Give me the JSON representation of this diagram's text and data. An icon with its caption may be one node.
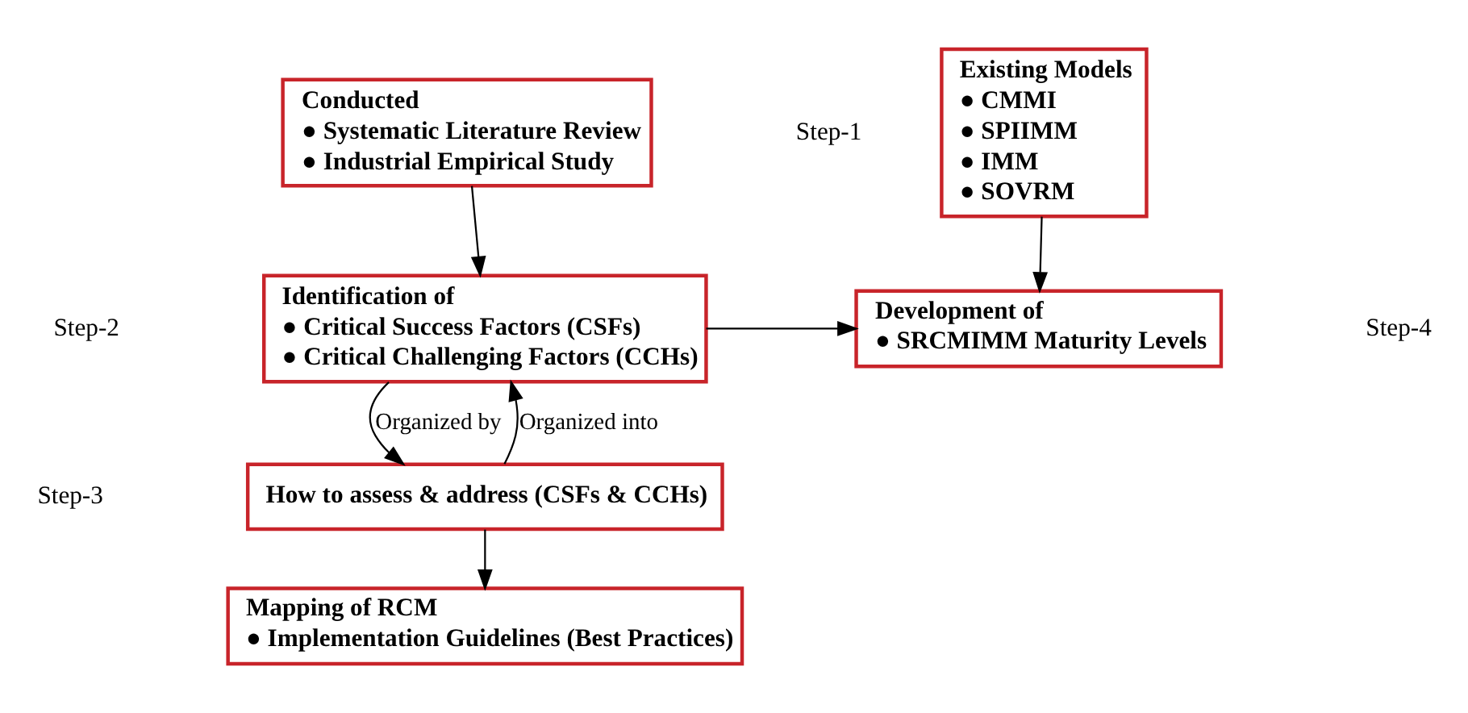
{
  "diagram": {
    "nodes": [
      {
        "text": [
          "Conducted",
          "● Systematic Literature Review",
          "● Industrial Empirical Study"
        ]
      },
      {
        "text": [
          "Identification of",
          "● Critical Success Factors (CSFs)",
          "● Critical Challenging Factors (CCHs)"
        ]
      },
      {
        "text": [
          "Development of",
          "● SRCMIMM Maturity Levels"
        ]
      },
      {
        "text": [
          "Existing Models",
          "● CMMI",
          "● SPIIMM",
          "● IMM",
          "● SOVRM"
        ]
      },
      {
        "text": [
          "How to assess & address (CSFs & CCHs)"
        ]
      },
      {
        "text": [
          "Mapping of RCM",
          "● Implementation Guidelines (Best Practices)"
        ]
      }
    ],
    "edges": [
      {
        "from": 0,
        "to": 1,
        "arrow": "to"
      },
      {
        "from": 1,
        "to": 2,
        "arrow": "to"
      },
      {
        "from": 3,
        "to": 2,
        "arrow": "to"
      },
      {
        "from": 1,
        "to": 4,
        "arrow": "to",
        "label": "Organized by"
      },
      {
        "from": 4,
        "to": 1,
        "arrow": "to",
        "label": "Organized into"
      },
      {
        "from": 4,
        "to": 5,
        "arrow": "to"
      }
    ],
    "labels": [
      "Step-1",
      "Step-2",
      "Step-4",
      "Step-3"
    ]
  }
}
